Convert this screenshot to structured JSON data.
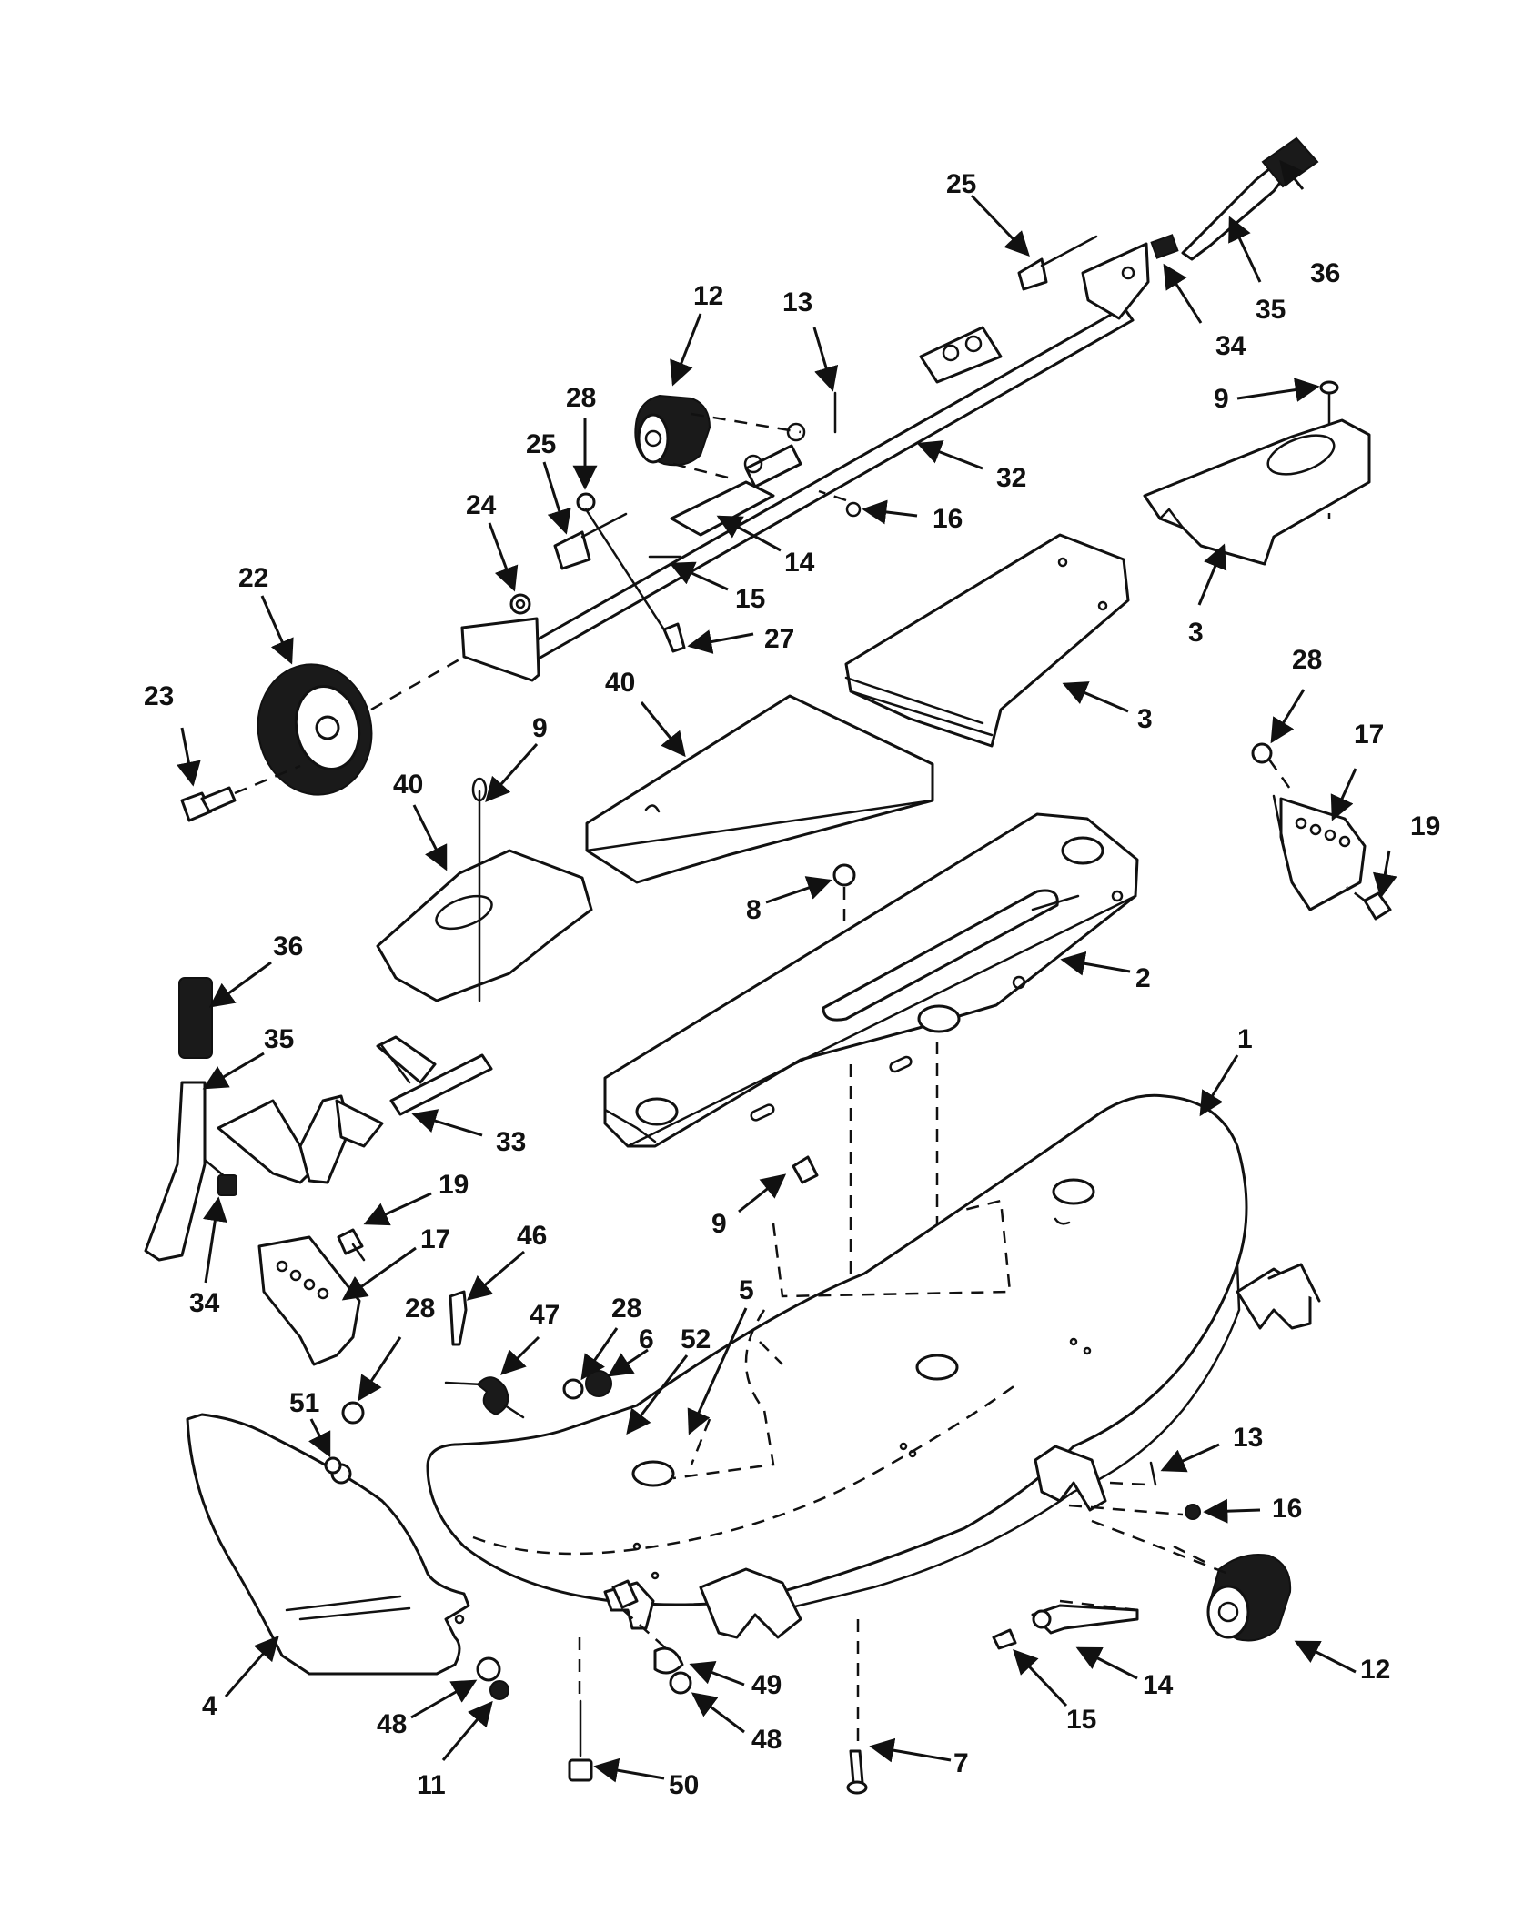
{
  "callouts": [
    {
      "id": "c36a",
      "label": "36"
    },
    {
      "id": "c25a",
      "label": "25"
    },
    {
      "id": "c35a",
      "label": "35"
    },
    {
      "id": "c34a",
      "label": "34"
    },
    {
      "id": "c12a",
      "label": "12"
    },
    {
      "id": "c13a",
      "label": "13"
    },
    {
      "id": "c28a",
      "label": "28"
    },
    {
      "id": "c25b",
      "label": "25"
    },
    {
      "id": "c24",
      "label": "24"
    },
    {
      "id": "c32",
      "label": "32"
    },
    {
      "id": "c9a",
      "label": "9"
    },
    {
      "id": "c16a",
      "label": "16"
    },
    {
      "id": "c14a",
      "label": "14"
    },
    {
      "id": "c15a",
      "label": "15"
    },
    {
      "id": "c22",
      "label": "22"
    },
    {
      "id": "c27",
      "label": "27"
    },
    {
      "id": "c3a",
      "label": "3"
    },
    {
      "id": "c23",
      "label": "23"
    },
    {
      "id": "c40a",
      "label": "40"
    },
    {
      "id": "c3b",
      "label": "3"
    },
    {
      "id": "c28b",
      "label": "28"
    },
    {
      "id": "c17a",
      "label": "17"
    },
    {
      "id": "c40b",
      "label": "40"
    },
    {
      "id": "c9b",
      "label": "9"
    },
    {
      "id": "c19a",
      "label": "19"
    },
    {
      "id": "c8",
      "label": "8"
    },
    {
      "id": "c2",
      "label": "2"
    },
    {
      "id": "c36b",
      "label": "36"
    },
    {
      "id": "c35b",
      "label": "35"
    },
    {
      "id": "c33",
      "label": "33"
    },
    {
      "id": "c1",
      "label": "1"
    },
    {
      "id": "c9c",
      "label": "9"
    },
    {
      "id": "c19b",
      "label": "19"
    },
    {
      "id": "c17b",
      "label": "17"
    },
    {
      "id": "c46",
      "label": "46"
    },
    {
      "id": "c34b",
      "label": "34"
    },
    {
      "id": "c28c",
      "label": "28"
    },
    {
      "id": "c47",
      "label": "47"
    },
    {
      "id": "c28d",
      "label": "28"
    },
    {
      "id": "c6",
      "label": "6"
    },
    {
      "id": "c52",
      "label": "52"
    },
    {
      "id": "c5",
      "label": "5"
    },
    {
      "id": "c51",
      "label": "51"
    },
    {
      "id": "c13b",
      "label": "13"
    },
    {
      "id": "c16b",
      "label": "16"
    },
    {
      "id": "c12b",
      "label": "12"
    },
    {
      "id": "c4",
      "label": "4"
    },
    {
      "id": "c49",
      "label": "49"
    },
    {
      "id": "c14b",
      "label": "14"
    },
    {
      "id": "c48a",
      "label": "48"
    },
    {
      "id": "c48b",
      "label": "48"
    },
    {
      "id": "c15b",
      "label": "15"
    },
    {
      "id": "c7",
      "label": "7"
    },
    {
      "id": "c11",
      "label": "11"
    },
    {
      "id": "c50",
      "label": "50"
    }
  ]
}
